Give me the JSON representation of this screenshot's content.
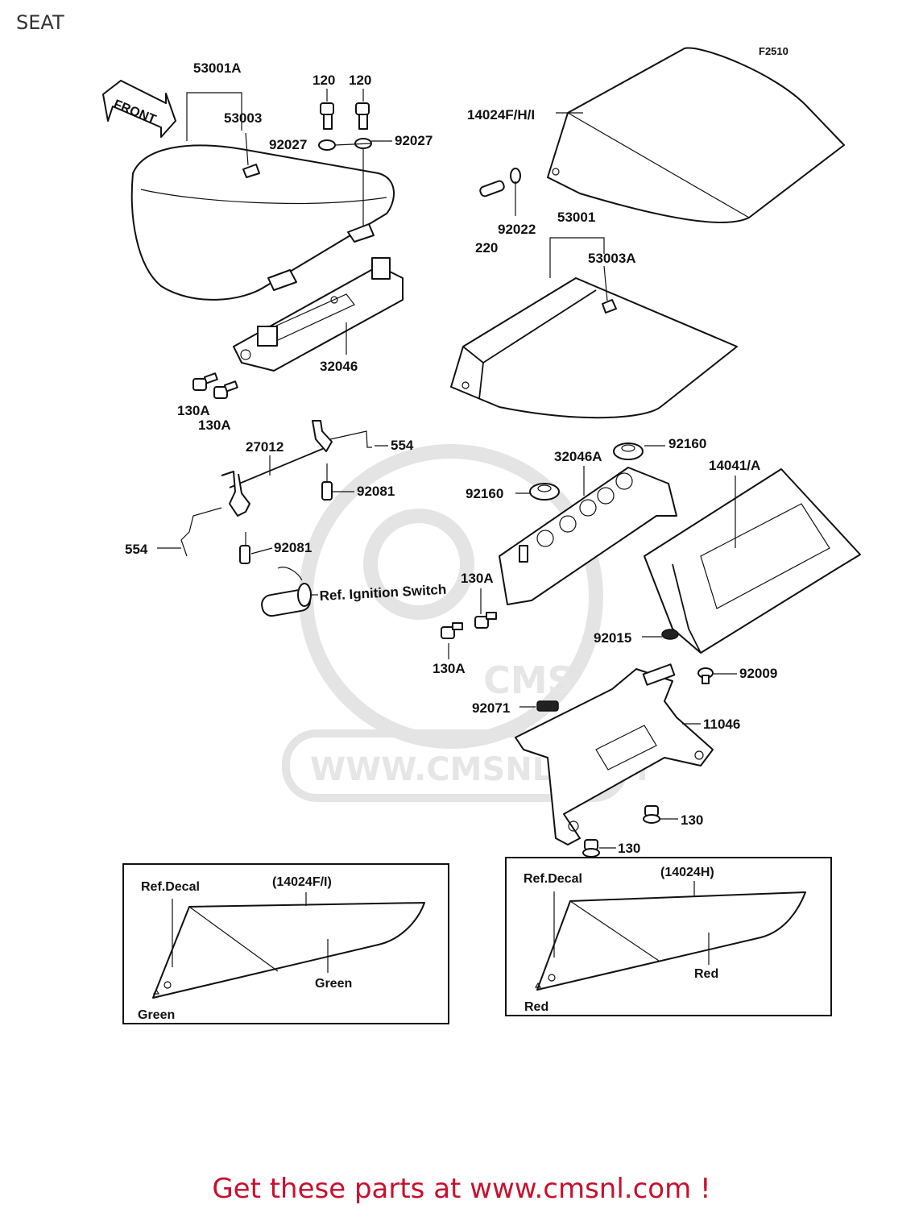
{
  "page_title": "SEAT",
  "figure_code": "F2510",
  "front_label": "FRONT",
  "watermark": {
    "logo_text": "CMS",
    "url_text": "WWW.CMSNL.COM"
  },
  "parts": {
    "p53001A": "53001A",
    "p53003": "53003",
    "p120a": "120",
    "p120b": "120",
    "p92027a": "92027",
    "p92027b": "92027",
    "p14024FHI": "14024F/H/I",
    "p220": "220",
    "p92022": "92022",
    "p53001": "53001",
    "p53003A": "53003A",
    "p32046": "32046",
    "p130Aa": "130A",
    "p130Ab": "130A",
    "p27012": "27012",
    "p554a": "554",
    "p92081a": "92081",
    "p554b": "554",
    "p92081b": "92081",
    "ref_ignition": "Ref. Ignition Switch",
    "p32046A": "32046A",
    "p92160a": "92160",
    "p92160b": "92160",
    "p14041A": "14041/A",
    "p130Ac": "130A",
    "p130Ad": "130A",
    "p92015": "92015",
    "p92009": "92009",
    "p92071": "92071",
    "p11046": "11046",
    "p130a": "130",
    "p130b": "130"
  },
  "inset_left": {
    "ref_decal": "Ref.Decal",
    "part_ref": "(14024F/I)",
    "color_main": "Green",
    "color_corner": "Green"
  },
  "inset_right": {
    "ref_decal": "Ref.Decal",
    "part_ref": "(14024H)",
    "color_main": "Red",
    "color_corner": "Red"
  },
  "footer": "Get these parts at www.cmsnl.com !"
}
